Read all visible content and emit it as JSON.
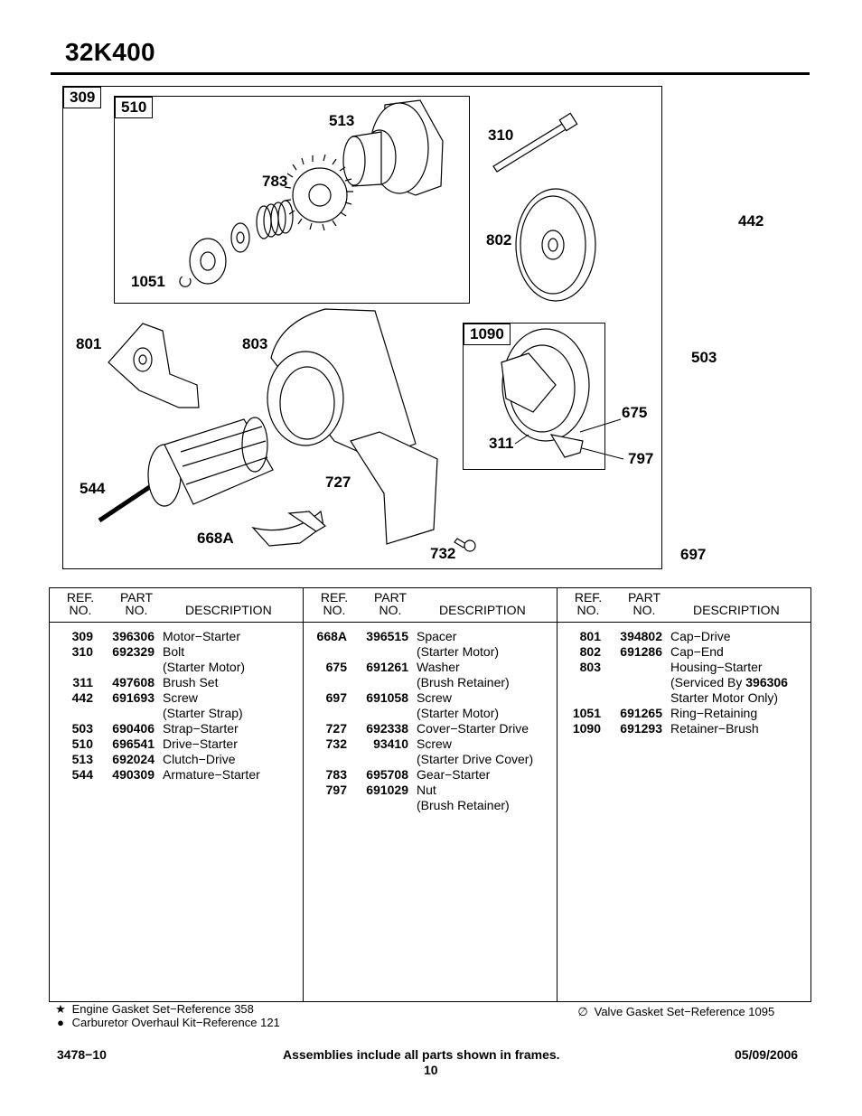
{
  "page": {
    "title": "32K400"
  },
  "diagram": {
    "frames": {
      "f309": "309",
      "f510": "510",
      "f1090": "1090"
    },
    "callouts": {
      "c513": "513",
      "c783": "783",
      "c1051": "1051",
      "c310": "310",
      "c802": "802",
      "c442": "442",
      "c503": "503",
      "c801": "801",
      "c803": "803",
      "c675": "675",
      "c311": "311",
      "c797": "797",
      "c544": "544",
      "c727": "727",
      "c668a": "668A",
      "c732": "732",
      "c697": "697"
    }
  },
  "table": {
    "headers": {
      "ref_line1": "REF.",
      "ref_line2": "NO.",
      "part_line1": "PART",
      "part_line2": "NO.",
      "description": "DESCRIPTION"
    },
    "columns": [
      [
        {
          "ref": "309",
          "part": "396306",
          "desc": "Motor−Starter"
        },
        {
          "ref": "310",
          "part": "692329",
          "desc": "Bolt"
        },
        {
          "ref": "",
          "part": "",
          "desc": "(Starter Motor)"
        },
        {
          "ref": "311",
          "part": "497608",
          "desc": "Brush Set"
        },
        {
          "ref": "442",
          "part": "691693",
          "desc": "Screw"
        },
        {
          "ref": "",
          "part": "",
          "desc": "(Starter Strap)"
        },
        {
          "ref": "503",
          "part": "690406",
          "desc": "Strap−Starter"
        },
        {
          "ref": "510",
          "part": "696541",
          "desc": "Drive−Starter"
        },
        {
          "ref": "513",
          "part": "692024",
          "desc": "Clutch−Drive"
        },
        {
          "ref": "544",
          "part": "490309",
          "desc": "Armature−Starter"
        }
      ],
      [
        {
          "ref": "668A",
          "part": "396515",
          "desc": "Spacer"
        },
        {
          "ref": "",
          "part": "",
          "desc": "(Starter Motor)"
        },
        {
          "ref": "675",
          "part": "691261",
          "desc": "Washer"
        },
        {
          "ref": "",
          "part": "",
          "desc": "(Brush Retainer)"
        },
        {
          "ref": "697",
          "part": "691058",
          "desc": "Screw"
        },
        {
          "ref": "",
          "part": "",
          "desc": "(Starter Motor)"
        },
        {
          "ref": "727",
          "part": "692338",
          "desc": "Cover−Starter Drive"
        },
        {
          "ref": "732",
          "part": "93410",
          "desc": "Screw"
        },
        {
          "ref": "",
          "part": "",
          "desc": "(Starter Drive Cover)"
        },
        {
          "ref": "783",
          "part": "695708",
          "desc": "Gear−Starter"
        },
        {
          "ref": "797",
          "part": "691029",
          "desc": "Nut"
        },
        {
          "ref": "",
          "part": "",
          "desc": "(Brush Retainer)"
        }
      ],
      [
        {
          "ref": "801",
          "part": "394802",
          "desc": "Cap−Drive"
        },
        {
          "ref": "802",
          "part": "691286",
          "desc": "Cap−End"
        },
        {
          "ref": "803",
          "part": "",
          "desc": "Housing−Starter"
        },
        {
          "ref": "",
          "part": "",
          "desc": "(Serviced By ",
          "desc_bold": "396306"
        },
        {
          "ref": "",
          "part": "",
          "desc": "Starter Motor Only)"
        },
        {
          "ref": "1051",
          "part": "691265",
          "desc": "Ring−Retaining"
        },
        {
          "ref": "1090",
          "part": "691293",
          "desc": "Retainer−Brush"
        }
      ]
    ]
  },
  "footnotes": {
    "star_symbol": "★",
    "star_text": "Engine Gasket Set−Reference 358",
    "bullet_symbol": "●",
    "bullet_text": "Carburetor Overhaul Kit−Reference 121",
    "valve_symbol": "∅",
    "valve_text": "Valve Gasket Set−Reference 1095"
  },
  "footer": {
    "doc_number": "3478−10",
    "note": "Assemblies include all parts shown in frames.",
    "date": "05/09/2006",
    "page_number": "10"
  }
}
